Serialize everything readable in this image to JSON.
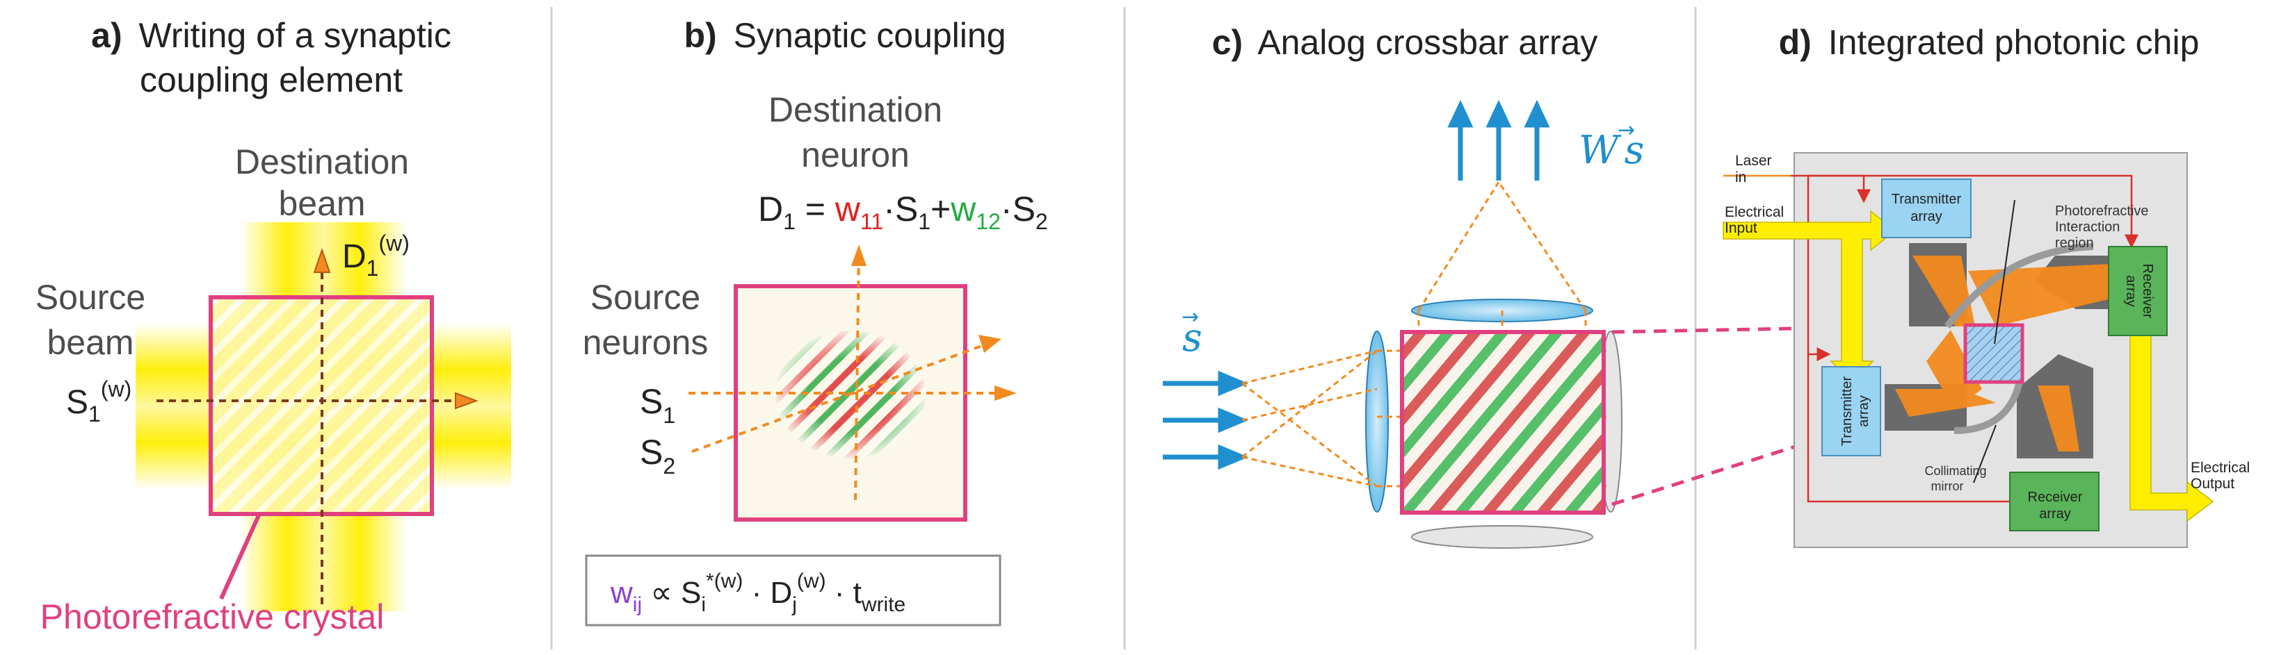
{
  "panels": {
    "a": {
      "letter": "a)",
      "title_line1": "Writing of a synaptic",
      "title_line2": "coupling element",
      "destination_beam_line1": "Destination",
      "destination_beam_line2": "beam",
      "source_beam_line1": "Source",
      "source_beam_line2": "beam",
      "d1_label": "D",
      "d1_sub": "1",
      "d1_sup": "(w)",
      "s1_label": "S",
      "s1_sub": "1",
      "s1_sup": "(w)",
      "crystal_label": "Photorefractive crystal"
    },
    "b": {
      "letter": "b)",
      "title": "Synaptic coupling",
      "destination_neuron_line1": "Destination",
      "destination_neuron_line2": "neuron",
      "source_neurons_line1": "Source",
      "source_neurons_line2": "neurons",
      "s1_label": "S",
      "s1_sub": "1",
      "s2_label": "S",
      "s2_sub": "2",
      "eq_d": "D",
      "eq_d_sub": "1",
      "eq_equals": " = ",
      "eq_w11": "w",
      "eq_w11_sub": "11",
      "eq_dot_s1": "·S",
      "eq_s1_sub": "1",
      "eq_plus": "+",
      "eq_w12": "w",
      "eq_w12_sub": "12",
      "eq_dot_s2": "·S",
      "eq_s2_sub": "2",
      "rule_w": "w",
      "rule_w_sub": "ij",
      "rule_prop": " ∝ S",
      "rule_si_sub": "i",
      "rule_si_sup": "*(w)",
      "rule_dot_d": " · D",
      "rule_dj_sub": "j",
      "rule_dj_sup": "(w)",
      "rule_dot_t": " · t",
      "rule_t_sub": "write"
    },
    "c": {
      "letter": "c)",
      "title": "Analog crossbar array",
      "input_vec": "s",
      "output_w": "W",
      "output_vec": "s"
    },
    "d": {
      "letter": "d)",
      "title": "Integrated photonic chip",
      "laser_in_line1": "Laser",
      "laser_in_line2": "in",
      "electrical_input_line1": "Electrical",
      "electrical_input_line2": "Input",
      "transmitter_top_line1": "Transmitter",
      "transmitter_top_line2": "array",
      "photorefractive_line1": "Photorefractive",
      "photorefractive_line2": "Interaction",
      "photorefractive_line3": "region",
      "receiver_right_line1": "Receiver",
      "receiver_right_line2": "array",
      "transmitter_left_line1": "Transmitter",
      "transmitter_left_line2": "array",
      "collimating_line1": "Collimating",
      "collimating_line2": "mirror",
      "receiver_bottom_line1": "Receiver",
      "receiver_bottom_line2": "array",
      "electrical_output_line1": "Electrical",
      "electrical_output_line2": "Output"
    }
  },
  "colors": {
    "pink": "#e0407f",
    "orange": "#f28a1e",
    "blue": "#1f8fcf",
    "yellow": "#ffee00",
    "red": "#e02020",
    "green": "#22aa44",
    "purple": "#8a3fd1",
    "chip_bg": "#e3e3e3"
  }
}
